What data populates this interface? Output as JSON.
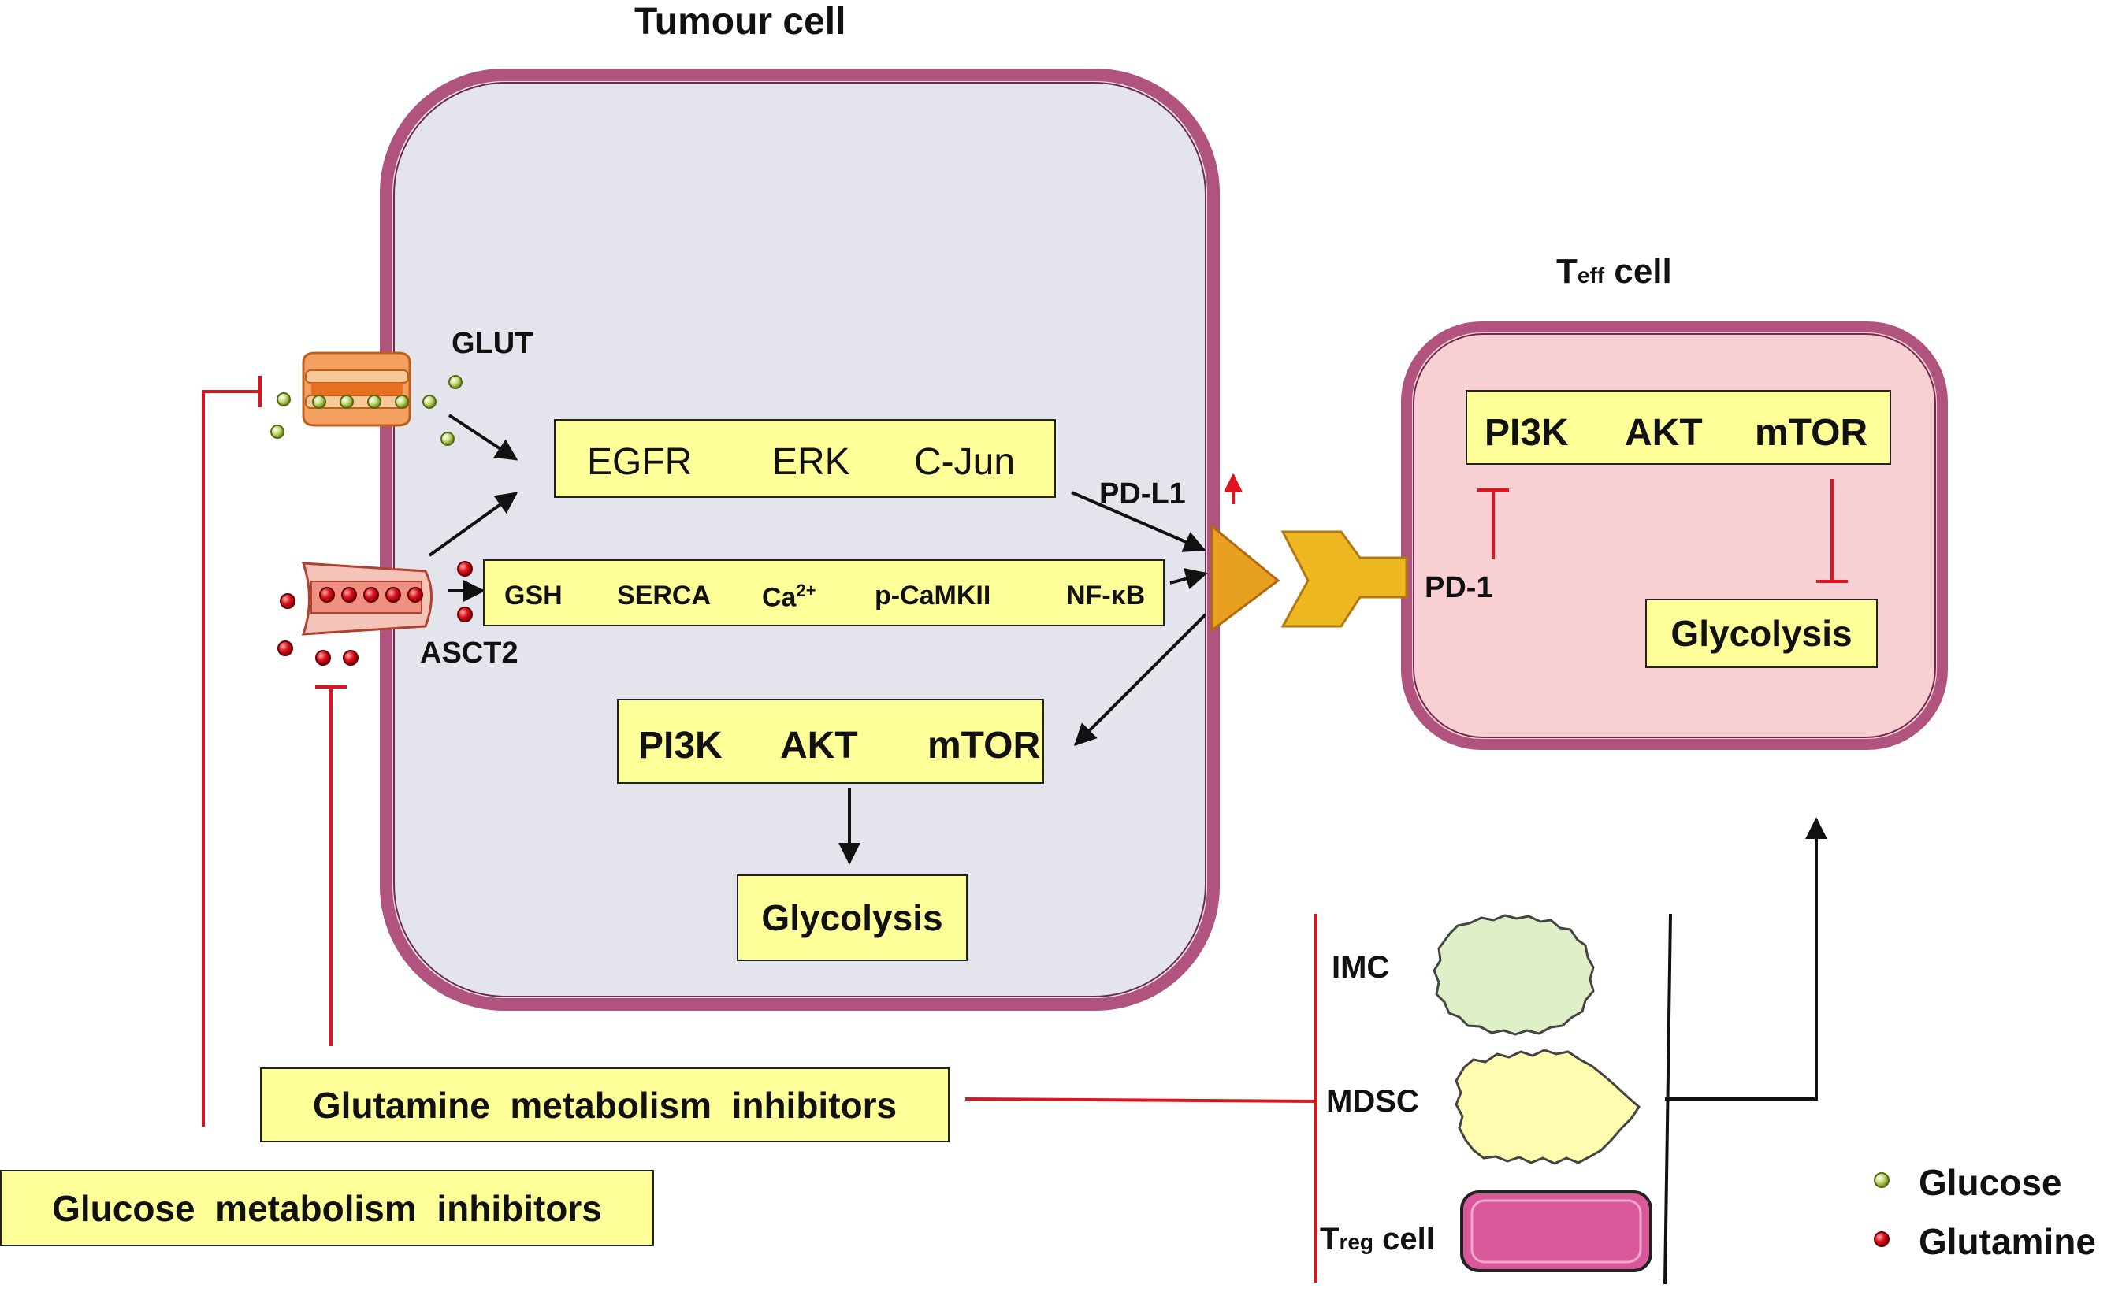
{
  "title": "Tumour cell",
  "teff_cell": {
    "main": "T",
    "sub": "eff",
    "rest": " cell"
  },
  "tumour": {
    "glut_label": "GLUT",
    "asct2_label": "ASCT2",
    "pdl1_label": "PD-L1",
    "pathway_egfr": [
      "EGFR",
      "ERK",
      "C-Jun"
    ],
    "pathway_gsh": [
      "GSH",
      "SERCA",
      "Ca",
      "p-CaMKII",
      "NF-κB"
    ],
    "ca_superscript": "2+",
    "pathway_pi3k": [
      "PI3K",
      "AKT",
      "mTOR"
    ],
    "glycolysis": "Glycolysis"
  },
  "teff": {
    "pd1_label": "PD-1",
    "pathway_pi3k": [
      "PI3K",
      "AKT",
      "mTOR"
    ],
    "glycolysis": "Glycolysis"
  },
  "inhibitors": {
    "glutamine": "Glutamine  metabolism  inhibitors",
    "glucose": "Glucose  metabolism  inhibitors"
  },
  "suppressor_cells": {
    "imc": "IMC",
    "mdsc": "MDSC",
    "treg": {
      "main": "T",
      "sub": "reg",
      "rest": " cell"
    }
  },
  "legend": {
    "glucose": "Glucose",
    "glutamine": "Glutamine"
  },
  "colors": {
    "cell_membrane": "#b0537f",
    "tumour_fill": "#e4e4ec",
    "teff_fill": "#f8d0d4",
    "box_fill": "#ffff99",
    "inhibit_red": "#e0141e",
    "glucose_dot": "#c8de7a",
    "glutamine_dot": "#e0141e",
    "pdl1": "#e8a020",
    "pd1": "#f0b820",
    "imc_fill": "#dff0c8",
    "mdsc_fill": "#fffcb0",
    "treg_fill": "#d8589a"
  }
}
